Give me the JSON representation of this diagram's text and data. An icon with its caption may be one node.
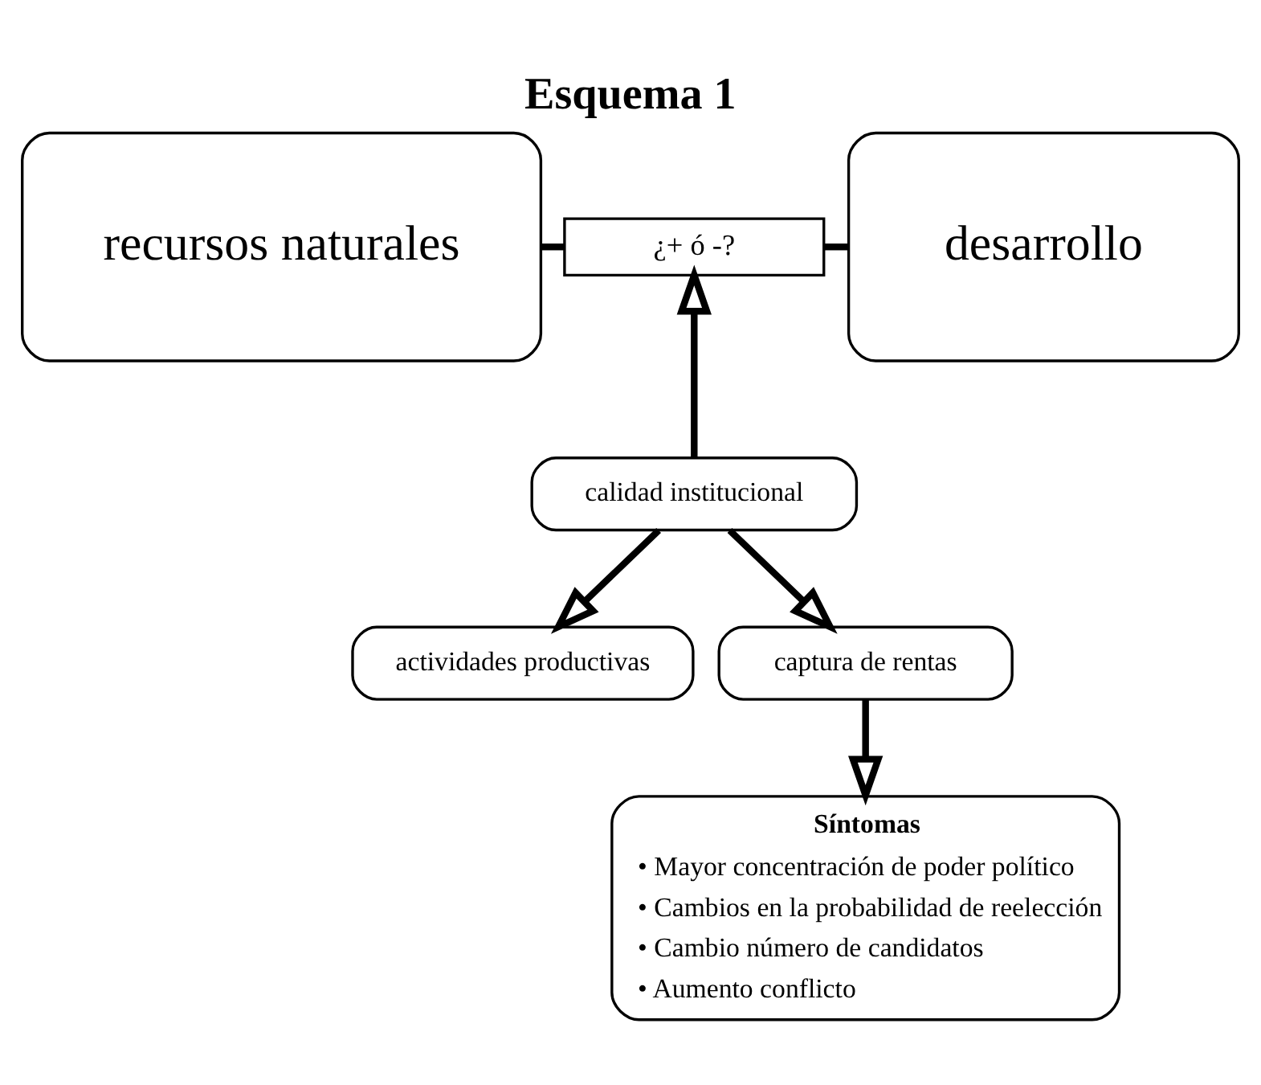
{
  "diagram": {
    "title": "Esquema 1",
    "nodes": [
      {
        "text": [
          "recursos naturales"
        ]
      },
      {
        "text": [
          "¿+ ó -?"
        ]
      },
      {
        "text": [
          "desarrollo"
        ]
      },
      {
        "text": [
          "calidad institucional"
        ]
      },
      {
        "text": [
          "actividades productivas"
        ]
      },
      {
        "text": [
          "captura de rentas"
        ]
      },
      {
        "text": [
          "Síntomas",
          "• Mayor concentración de poder político",
          "• Cambios en la probabilidad de reelección",
          "• Cambio número de candidatos",
          "• Aumento conflicto"
        ]
      }
    ],
    "edges": [
      {
        "from": 0,
        "to": 1,
        "arrow": "none"
      },
      {
        "from": 1,
        "to": 2,
        "arrow": "none"
      },
      {
        "from": 3,
        "to": 1,
        "arrow": "to"
      },
      {
        "from": 3,
        "to": 4,
        "arrow": "to"
      },
      {
        "from": 3,
        "to": 5,
        "arrow": "to"
      },
      {
        "from": 5,
        "to": 6,
        "arrow": "to"
      }
    ]
  }
}
